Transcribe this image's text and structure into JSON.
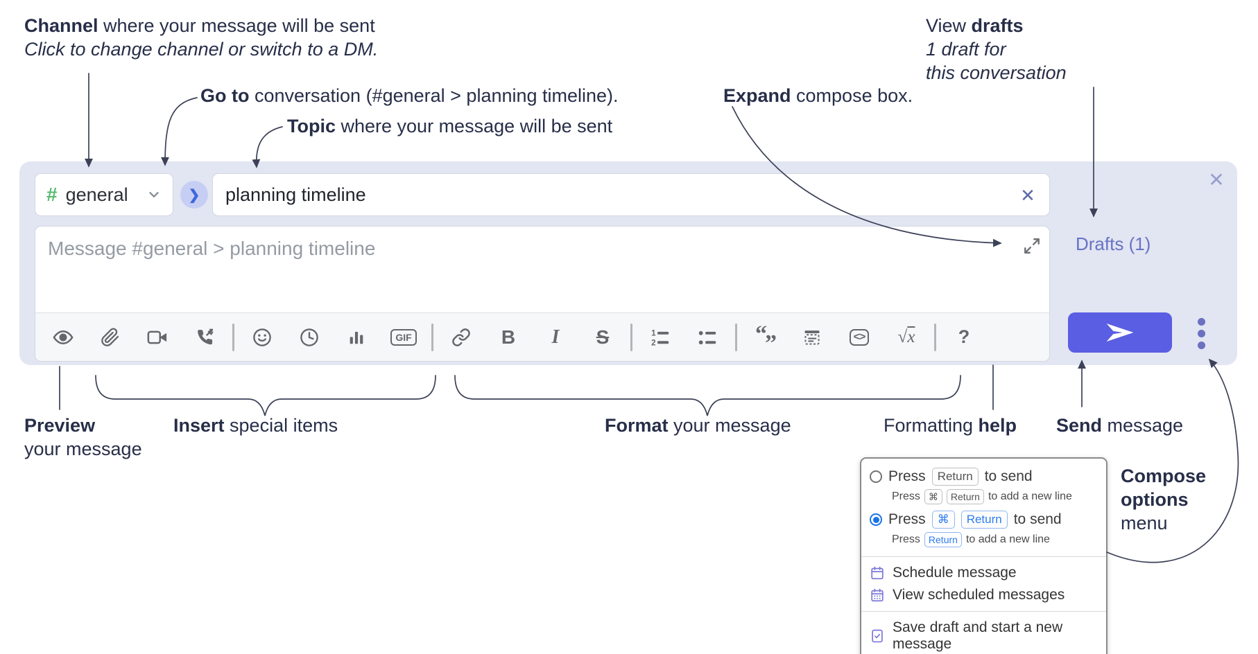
{
  "annotations": {
    "channel": {
      "b": "Channel",
      "r": " where your message will be sent",
      "line2": "Click to change channel or switch to a DM."
    },
    "goto": {
      "b": "Go to",
      "r": " conversation (#general > planning timeline)."
    },
    "topic": {
      "b": "Topic",
      "r": " where your message will be sent"
    },
    "expand": {
      "b": "Expand",
      "r": " compose box."
    },
    "view_drafts": {
      "pre": "View ",
      "b": "drafts",
      "line2": "1 draft for",
      "line3": "this conversation"
    },
    "preview": {
      "b": "Preview",
      "line2": "your message"
    },
    "insert": {
      "b": "Insert",
      "r": " special items"
    },
    "format": {
      "b": "Format",
      "r": " your message"
    },
    "formatting_help": {
      "pre": "Formatting ",
      "b": "help"
    },
    "send": {
      "b": "Send",
      "r": " message"
    },
    "compose_options": {
      "l1": "Compose",
      "l2": "options",
      "l3": "menu"
    }
  },
  "compose": {
    "channel": {
      "hash": "#",
      "name": "general"
    },
    "goto_glyph": "❯",
    "topic": {
      "value": "planning timeline",
      "clear_glyph": "✕"
    },
    "message": {
      "placeholder": "Message #general > planning timeline"
    },
    "drafts_label": "Drafts (1)",
    "close_glyph": "✕",
    "toolbar_glyphs": {
      "gif": "GIF",
      "bold": "B",
      "italic": "I",
      "strike": "S",
      "code": "<>",
      "math_root": "√",
      "math_x": "x",
      "help": "?",
      "quote_open": "“",
      "quote_close": "”"
    },
    "toolbar_icons": [
      "eye",
      "paperclip",
      "video-camera",
      "voice-call",
      "emoji",
      "clock",
      "poll",
      "gif",
      "link",
      "bold",
      "italic",
      "strikethrough",
      "numbered-list",
      "bulleted-list",
      "quote",
      "spoiler",
      "code",
      "math",
      "help"
    ]
  },
  "compose_options_menu": {
    "option1": {
      "pre": "Press",
      "kbd1": "Return",
      "post": "to send",
      "sub_pre": "Press",
      "sub_kbd1": "⌘",
      "sub_kbd2": "Return",
      "sub_post": "to add a new line"
    },
    "option2": {
      "pre": "Press",
      "kbd1": "⌘",
      "kbd2": "Return",
      "post": "to send",
      "sub_pre": "Press",
      "sub_kbd1": "Return",
      "sub_post": "to add a new line"
    },
    "items": [
      {
        "label": "Schedule message"
      },
      {
        "label": "View scheduled messages"
      },
      {
        "label": "Save draft and start a new message"
      }
    ]
  },
  "colors": {
    "compose_bg": "#e2e5f2",
    "send_button": "#5a5ee2",
    "drafts_link": "#6673c4",
    "channel_hash_green": "#57ba71",
    "toolbar_icon_gray": "#64686c",
    "annotation_text": "#272e48",
    "kbd_blue": "#2e7cf0",
    "radio_selected_blue": "#1a73e8",
    "menu_icon_purple": "#7d79d8"
  }
}
